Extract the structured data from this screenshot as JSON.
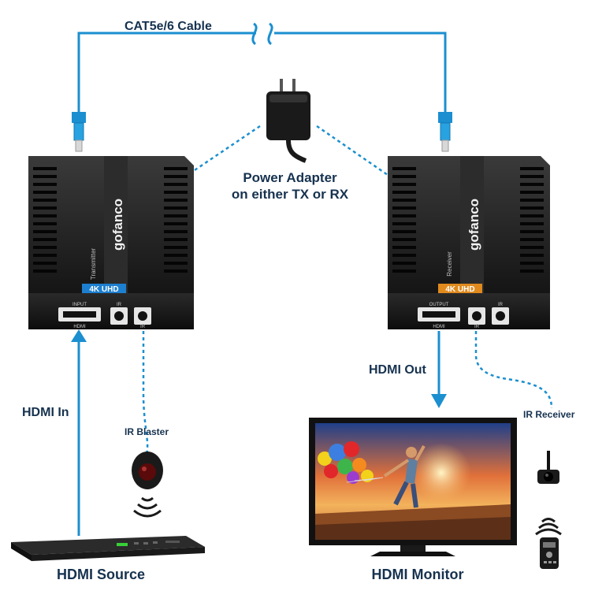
{
  "labels": {
    "cable": "CAT5e/6 Cable",
    "power_line1": "Power Adapter",
    "power_line2": "on either TX or RX",
    "hdmi_in": "HDMI In",
    "ir_blaster": "IR Blaster",
    "hdmi_out": "HDMI Out",
    "ir_receiver": "IR Receiver",
    "hdmi_source": "HDMI Source",
    "hdmi_monitor": "HDMI Monitor"
  },
  "transmitter": {
    "brand": "gofanco",
    "model": "Transmitter",
    "badge": "4K UHD",
    "port_hdmi": "HDMI",
    "port_hdmi_top": "INPUT",
    "port_ir": "IR",
    "port_ir2": "IR"
  },
  "receiver": {
    "brand": "gofanco",
    "model": "Receiver",
    "badge": "4K UHD",
    "port_hdmi": "HDMI",
    "port_hdmi_top": "OUTPUT",
    "port_ir": "IR",
    "port_ir2": "IR"
  },
  "colors": {
    "line": "#1b8fd0",
    "text": "#16324f",
    "tx_badge": "#1d7fd0",
    "rx_badge": "#e08a1e",
    "device": "#1d1d1d"
  }
}
